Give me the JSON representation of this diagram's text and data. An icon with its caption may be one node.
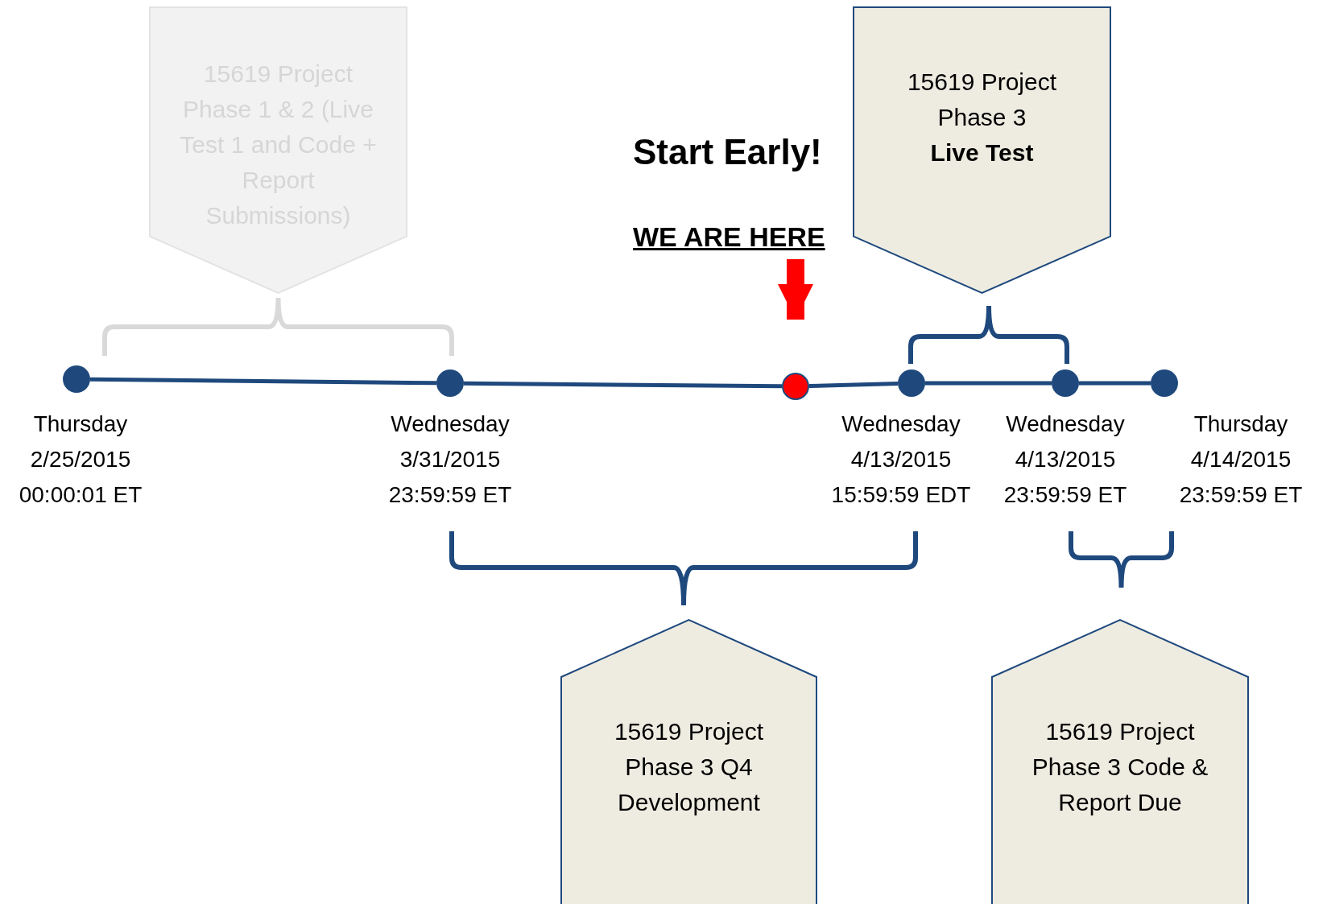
{
  "diagram": {
    "nodes": [
      {
        "text": [
          "15619 Project Phase 1 & 2 (Live Test 1 and Code + Report Submissions)"
        ]
      },
      {
        "text": [
          "15619 Project Phase 3",
          "Live Test"
        ]
      },
      {
        "text": [
          "15619 Project Phase 3 Q4 Development"
        ]
      },
      {
        "text": [
          "15619 Project Phase 3 Code & Report Due"
        ]
      },
      {
        "text": [],
        "shape": "circle",
        "beside": [
          "Thursday 2/25/2015 00:00:01 ET"
        ]
      },
      {
        "text": [],
        "shape": "circle",
        "beside": [
          "Wednesday 3/31/2015 23:59:59 ET"
        ]
      },
      {
        "text": [],
        "shape": "circle"
      },
      {
        "text": [],
        "shape": "circle",
        "beside": [
          "Wednesday 4/13/2015 15:59:59 EDT"
        ]
      },
      {
        "text": [],
        "shape": "circle",
        "beside": [
          "Wednesday 4/13/2015 23:59:59 ET"
        ]
      },
      {
        "text": [],
        "shape": "circle",
        "beside": [
          "Thursday 4/14/2015 23:59:59 ET"
        ]
      },
      {
        "text": [
          "WE ARE HERE"
        ]
      }
    ],
    "edges": [
      {
        "from": 4,
        "to": 5,
        "arrow": "none"
      },
      {
        "from": 5,
        "to": 6,
        "arrow": "none"
      },
      {
        "from": 6,
        "to": 7,
        "arrow": "none"
      },
      {
        "from": 7,
        "to": 8,
        "arrow": "none"
      },
      {
        "from": 8,
        "to": 9,
        "arrow": "none"
      },
      {
        "from": 10,
        "to": 6,
        "arrow": "to",
        "style": "thick",
        "color": "#ff0000"
      }
    ],
    "labels": [
      "Start Early!"
    ]
  }
}
